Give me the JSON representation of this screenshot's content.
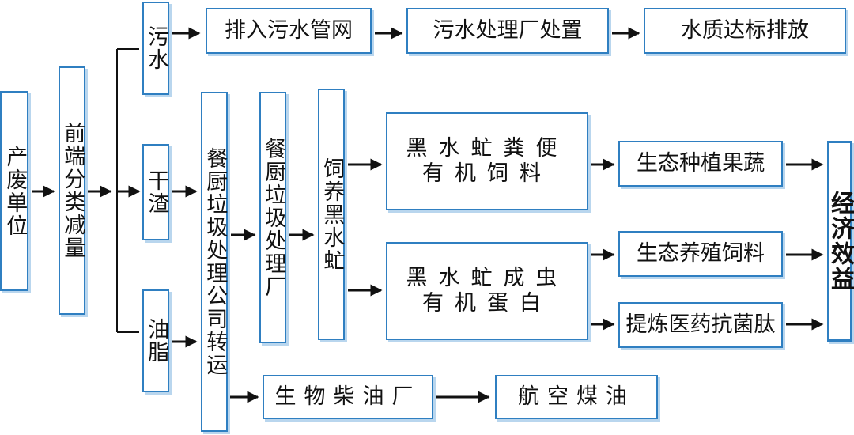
{
  "colors": {
    "box_border": "#2f7fc1",
    "box_shadow": "#b9d6ee",
    "arrow": "#111111",
    "text": "#111111"
  },
  "nodes": {
    "source_unit": "产废单位",
    "front_sorting": "前端分类减量",
    "sewage": "污水",
    "dry_residue": "干渣",
    "grease": "油脂",
    "discharge_sewer": "排入污水管网",
    "sewage_plant": "污水处理厂处置",
    "water_discharge": "水质达标排放",
    "transfer_company": "餐厨垃圾处理公司转运",
    "treatment_plant": "餐厨垃圾处理厂",
    "bsf_breeding": "饲养黑水虻",
    "frass_feed_line1": "黑水虻粪便",
    "frass_feed_line2": "有机饲料",
    "larvae_protein_line1": "黑水虻成虫",
    "larvae_protein_line2": "有机蛋白",
    "eco_planting": "生态种植果蔬",
    "eco_breeding_feed": "生态养殖饲料",
    "antimicrobial_peptide": "提炼医药抗菌肽",
    "economic_benefit": "经济效益",
    "biodiesel_plant": "生物柴油厂",
    "aviation_fuel": "航空煤油"
  }
}
